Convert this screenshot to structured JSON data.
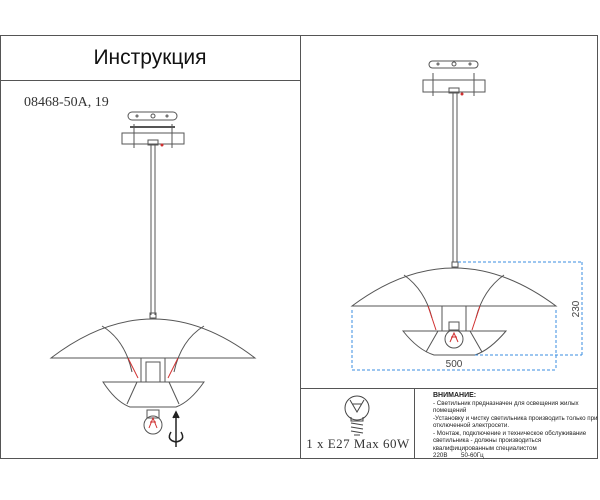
{
  "header": {
    "title": "Инструкция"
  },
  "model_number": "08468-50A, 19",
  "dimensions": {
    "width": "500",
    "height": "230"
  },
  "lamp": {
    "icon": "light-bulb-icon",
    "spec": "1 x E27 Max 60W"
  },
  "warning": {
    "heading": "ВНИМАНИЕ:",
    "lines": [
      "- Светильник предназначен для освещения жилых помещений",
      "-Установку и чистку светильника производить только при отключенной электросети.",
      "- Монтаж, подключение и техническое обслуживание светильника - должны производиться квалифицированным специалистом"
    ],
    "voltage": "220В",
    "frequency": "50-60Гц"
  },
  "colors": {
    "line": "#555555",
    "wire": "#d03030",
    "dimension": "#3a8ee0"
  }
}
